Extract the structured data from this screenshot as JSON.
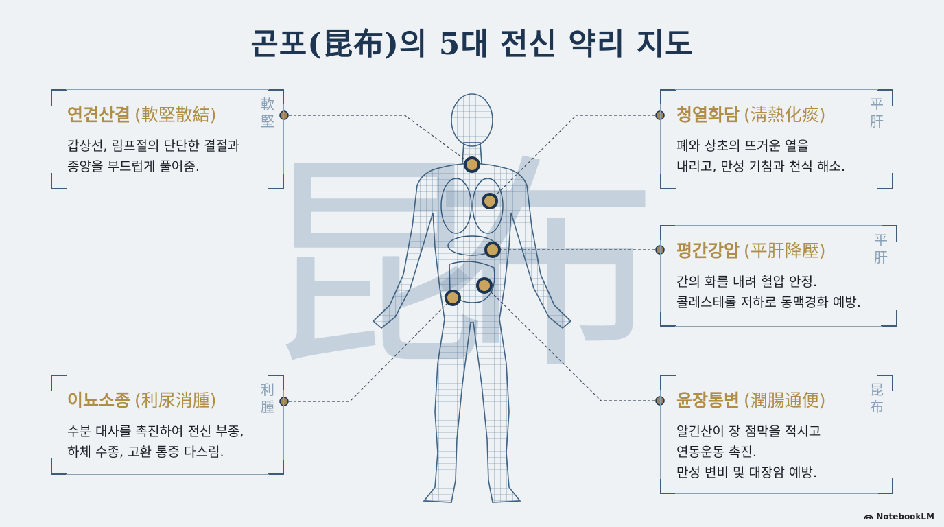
{
  "title": "곤포(昆布)의 5대 전신 약리 지도",
  "watermark": {
    "char1": "昆",
    "char2": "布"
  },
  "effects": [
    {
      "title": "연견산결",
      "hanja": "(軟堅散結)",
      "seal": [
        "軟",
        "堅"
      ],
      "lines": [
        "갑상선, 림프절의 단단한 결절과",
        "종양을 부드럽게 풀어줌."
      ]
    },
    {
      "title": "청열화담",
      "hanja": "(淸熱化痰)",
      "seal": [
        "平",
        "肝"
      ],
      "lines": [
        "폐와 상초의 뜨거운 열을",
        "내리고, 만성 기침과 천식 해소."
      ]
    },
    {
      "title": "평간강압",
      "hanja": "(平肝降壓)",
      "seal": [
        "平",
        "肝"
      ],
      "lines": [
        "간의 화를 내려 혈압 안정.",
        "콜레스테롤 저하로 동맥경화 예방."
      ]
    },
    {
      "title": "이뇨소종",
      "hanja": "(利尿消腫)",
      "seal": [
        "利",
        "腫"
      ],
      "lines": [
        "수분 대사를 촉진하여 전신 부종,",
        "하체 수종, 고환 통증 다스림."
      ]
    },
    {
      "title": "윤장통변",
      "hanja": "(潤腸通便)",
      "seal": [
        "昆",
        "布"
      ],
      "lines": [
        "알긴산이 장 점막을 적시고",
        "연동운동 촉진.",
        "만성 변비 및 대장암 예방."
      ]
    }
  ],
  "footer": "NotebookLM",
  "colors": {
    "accent": "#b08d45",
    "navy": "#1d3550",
    "wire": "#2f5578"
  }
}
